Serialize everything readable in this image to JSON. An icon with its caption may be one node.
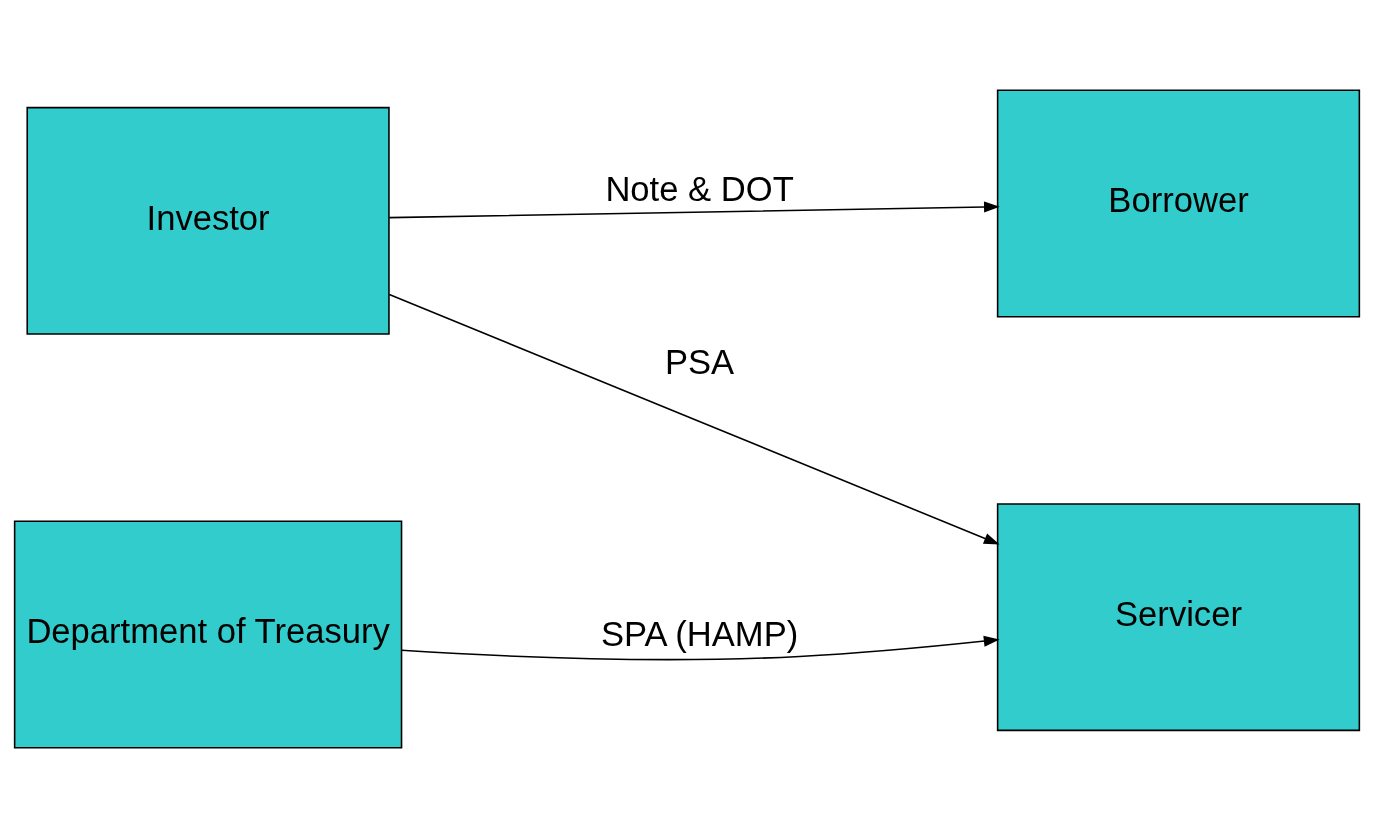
{
  "diagram": {
    "nodes": [
      {
        "text": [
          "Investor"
        ]
      },
      {
        "text": [
          "Servicer"
        ]
      },
      {
        "text": [
          "Department of Treasury"
        ]
      },
      {
        "text": [
          "Borrower"
        ]
      }
    ],
    "edges": [
      {
        "from": 0,
        "to": 1,
        "arrow": "to",
        "label": "PSA"
      },
      {
        "from": 0,
        "to": 3,
        "arrow": "to",
        "label": "Note & DOT"
      },
      {
        "from": 2,
        "to": 1,
        "arrow": "to",
        "label": "SPA (HAMP)"
      }
    ]
  }
}
